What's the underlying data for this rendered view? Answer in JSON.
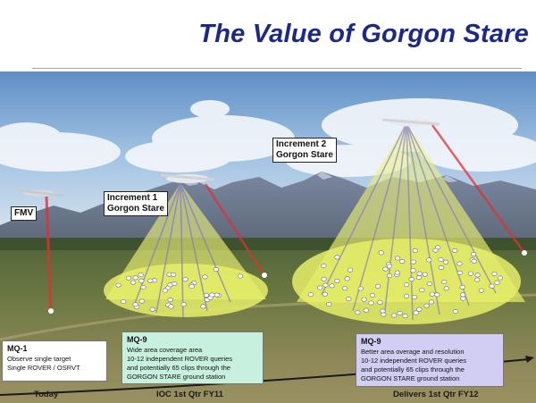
{
  "title": "The Value of Gorgon Stare",
  "labels": {
    "fmv": "FMV",
    "inc1": [
      "Increment 1",
      "Gorgon Stare"
    ],
    "inc2": [
      "Increment 2",
      "Gorgon Stare"
    ]
  },
  "boxes": {
    "mq1": {
      "header": "MQ-1",
      "lines": [
        "Observe single target",
        "Single ROVER / OSRVT"
      ],
      "color": "#ffffff"
    },
    "mq9a": {
      "header": "MQ-9",
      "lines": [
        "Wide area coverage area",
        "10-12 independent ROVER queries",
        "and potentially 65 clips through  the",
        "GORGON STARE ground station"
      ],
      "color": "#c8f0df"
    },
    "mq9b": {
      "header": "MQ-9",
      "lines": [
        "Better area overage and resolution",
        "10-12 independent ROVER queries",
        "and potentially 65 clips through  the",
        "GORGON STARE ground  station"
      ],
      "color": "#d2cdf3"
    }
  },
  "timeline": {
    "today": "Today",
    "ioc": "IOC 1st Qtr FY11",
    "delivers": "Delivers  1st Qtr FY12"
  },
  "colors": {
    "title": "#1b2a8a",
    "cone": "#e4ec6e",
    "laser": "#e23030",
    "target": "#ffffff"
  }
}
